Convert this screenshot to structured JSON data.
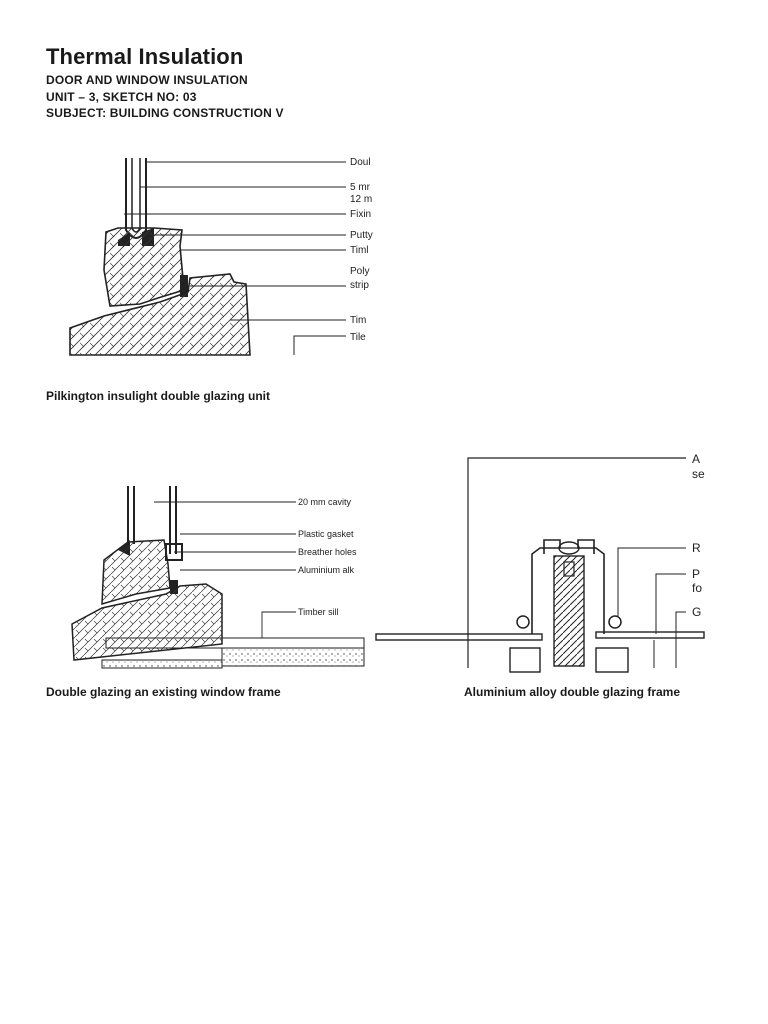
{
  "header": {
    "title": "Thermal Insulation",
    "line1": "DOOR AND WINDOW INSULATION",
    "line2": "UNIT – 3, SKETCH NO: 03",
    "line3": "SUBJECT: BUILDING CONSTRUCTION V"
  },
  "figures": {
    "fig1": {
      "caption": "Pilkington insulight double glazing unit",
      "labels": [
        "Doul",
        "5 mr",
        "12 m",
        "Fixin",
        "Putty",
        "Timl",
        "Poly",
        "strip",
        "Tim",
        "Tile"
      ]
    },
    "fig2": {
      "caption": "Double glazing an existing window frame",
      "labels": [
        "20 mm cavity",
        "Plastic gasket",
        "Breather holes",
        "Aluminium alk",
        "Timber sill"
      ]
    },
    "fig3": {
      "caption": "Aluminium alloy double glazing frame",
      "labels": [
        "A",
        "se",
        "R",
        "P",
        "fo",
        "G"
      ]
    }
  }
}
